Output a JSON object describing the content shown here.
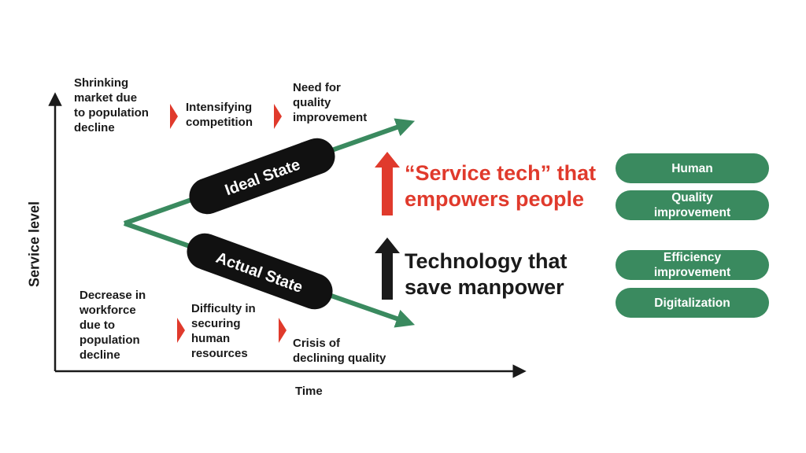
{
  "axes": {
    "y_label": "Service level",
    "x_label": "Time"
  },
  "states": {
    "ideal": "Ideal State",
    "actual": "Actual State"
  },
  "top_flow": [
    "Shrinking\nmarket due\nto population\ndecline",
    "Intensifying\ncompetition",
    "Need for\nquality\nimprovement"
  ],
  "bottom_flow": [
    "Decrease in\nworkforce\ndue to\npopulation\ndecline",
    "Difficulty in\nsecuring\nhuman\nresources",
    "Crisis of\ndeclining quality"
  ],
  "messages": {
    "upper": "“Service tech” that\nempowers people",
    "lower": "Technology that\nsave manpower"
  },
  "pills": [
    "Human",
    "Quality\nimprovement",
    "Efficiency\nimprovement",
    "Digitalization"
  ],
  "colors": {
    "line_green": "#3a8a5f",
    "pill_green": "#3a8a5f",
    "accent_red": "#e03a2c",
    "dark": "#1a1a1a"
  }
}
